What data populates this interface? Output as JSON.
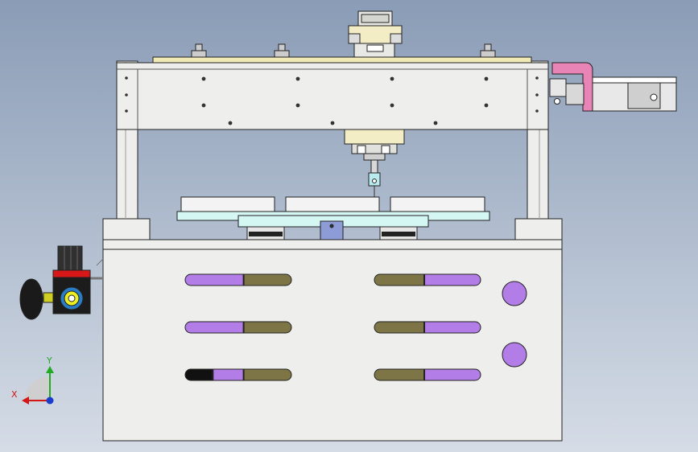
{
  "axes": {
    "x_label": "X",
    "y_label": "Y",
    "x_color": "#d01818",
    "y_color": "#22aa22",
    "z_color": "#1a3ccc"
  },
  "colors": {
    "frame": "#eeeeec",
    "frame_outline": "#222222",
    "top_plate": "#f1e9b6",
    "fixture_plate": "#d5f7f4",
    "slot_purple": "#b27de6",
    "slot_olive": "#7d7545",
    "button_purple": "#b27de6",
    "duct_pink": "#e985b6",
    "block_blue": "#8d9bd6"
  },
  "buttons": [
    {
      "id": "upper"
    },
    {
      "id": "lower"
    }
  ],
  "slots": [
    {
      "id": "left-1",
      "segments": [
        "purple",
        "olive"
      ]
    },
    {
      "id": "left-2",
      "segments": [
        "purple",
        "olive"
      ]
    },
    {
      "id": "left-3",
      "segments": [
        "black",
        "purple",
        "olive"
      ]
    },
    {
      "id": "right-1",
      "segments": [
        "olive",
        "purple"
      ]
    },
    {
      "id": "right-2",
      "segments": [
        "olive",
        "purple"
      ]
    },
    {
      "id": "right-3",
      "segments": [
        "olive",
        "purple"
      ]
    }
  ]
}
